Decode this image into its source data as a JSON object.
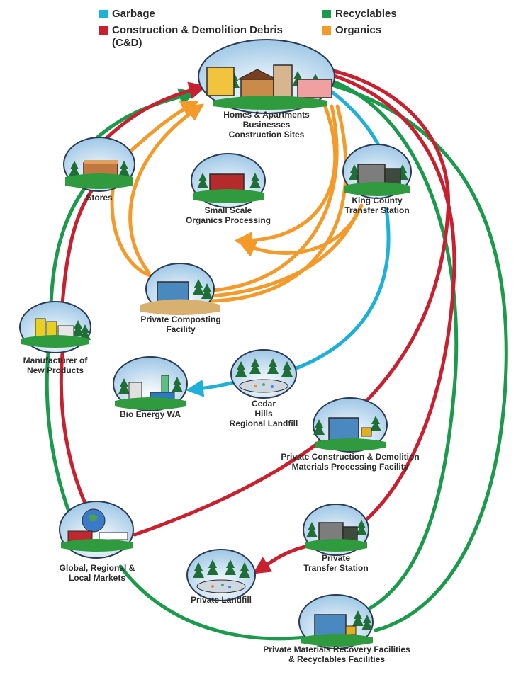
{
  "legend": [
    {
      "label": "Garbage",
      "color": "#1eb0d8"
    },
    {
      "label": "Construction & Demolition Debris",
      "label2": "(C&D)",
      "color": "#c8202f"
    },
    {
      "label": "Recyclables",
      "color": "#1a9a4a"
    },
    {
      "label": "Organics",
      "color": "#f39a2b"
    }
  ],
  "nodes": {
    "homes": [
      "Homes & Apartments",
      "Businesses",
      "Construction Sites"
    ],
    "stores": [
      "Stores"
    ],
    "small_scale": [
      "Small Scale",
      "Organics Processing"
    ],
    "king_county": [
      "King County",
      "Transfer Station"
    ],
    "composting": [
      "Private  Composting",
      "Facility"
    ],
    "manufacturer": [
      "Manufacturer of",
      "New Products"
    ],
    "cedar_hills": [
      "Cedar",
      "Hills",
      "Regional Landfill"
    ],
    "bio_energy": [
      "Bio Energy WA"
    ],
    "private_cd": [
      "Private Construction & Demolition",
      "Materials Processing Facility"
    ],
    "private_transfer": [
      "Private",
      "Transfer Station"
    ],
    "markets": [
      "Global, Regional &",
      "Local Markets"
    ],
    "private_landfill": [
      "Private Landfill"
    ],
    "mrf": [
      "Private Materials Recovery Facilities",
      "& Recyclables Facilities"
    ]
  },
  "colors": {
    "garbage": "#1eb0d8",
    "cd": "#c8202f",
    "recyclables": "#1a9a4a",
    "organics": "#f39a2b",
    "sky": "#b8d8ee",
    "tree": "#1f6e35",
    "grass": "#2f9a3e"
  }
}
